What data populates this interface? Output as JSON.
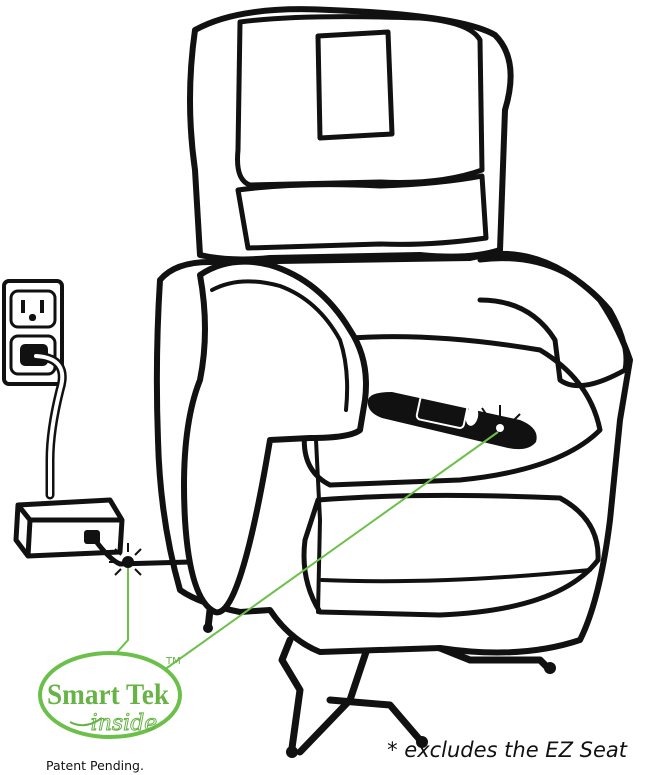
{
  "logo": {
    "brand_line": "Smart Tek",
    "script_line": "inside",
    "trademark": "TM",
    "color": "#67b346"
  },
  "patent_text": "Patent Pending.",
  "footnote": "* excludes the EZ Seat",
  "colors": {
    "outline": "#111111",
    "signal_line": "#6cc04a",
    "background": "#ffffff"
  },
  "icons": [
    "wall-outlet-icon",
    "power-adapter-icon",
    "remote-control-icon",
    "lift-chair-icon"
  ]
}
